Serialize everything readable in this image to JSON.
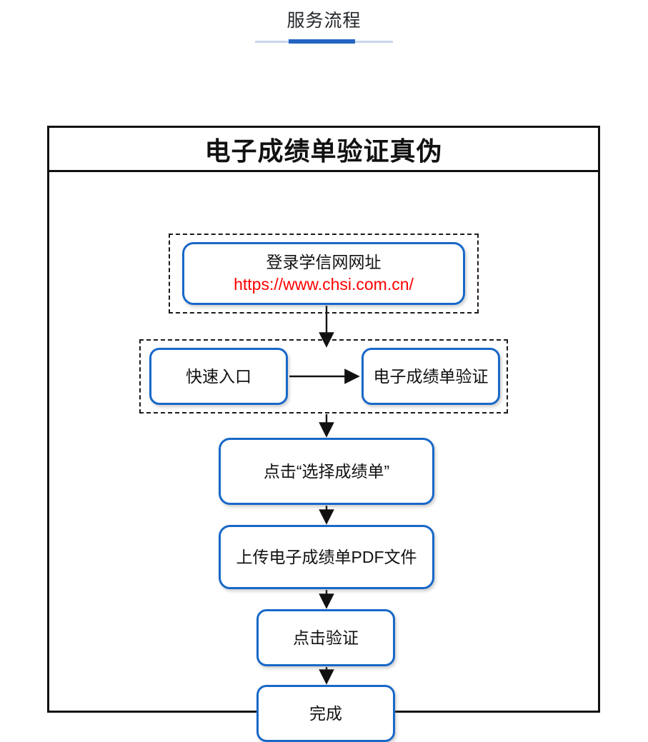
{
  "header": {
    "title": "服务流程"
  },
  "diagram": {
    "heading": "电子成绩单验证真伪",
    "nodes": {
      "url_title": "登录学信网网址",
      "url_link": "https://www.chsi.com.cn/",
      "quick_entry": "快速入口",
      "transcript_verify": "电子成绩单验证",
      "select_transcript": "点击“选择成绩单”",
      "upload_pdf": "上传电子成绩单PDF文件",
      "click_verify": "点击验证",
      "done": "完成"
    }
  },
  "colors": {
    "node_border": "#1868C8",
    "link_text": "#ff0000",
    "frame_border": "#111111",
    "accent_rule": "#2364c0",
    "rule_light": "#c5d6ee"
  }
}
